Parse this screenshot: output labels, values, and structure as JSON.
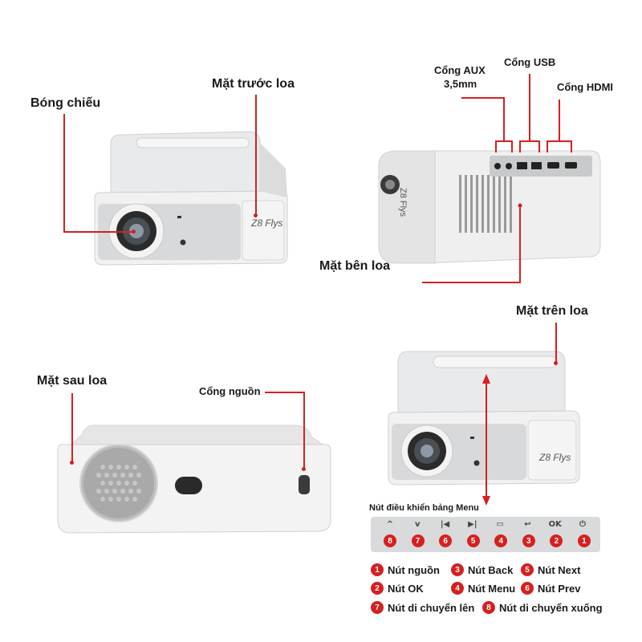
{
  "labels": {
    "bulb": "Bóng chiếu",
    "front": "Mặt trước loa",
    "aux": "Cổng AUX",
    "aux_size": "3,5mm",
    "usb": "Cổng USB",
    "hdmi": "Cổng HDMI",
    "side": "Mặt bên loa",
    "top": "Mặt trên loa",
    "back": "Mặt sau loa",
    "power_port": "Cổng nguồn",
    "menu_panel": "Nút điều khiển bảng Menu"
  },
  "product": {
    "brand_front": "Z8 Flys",
    "brand_side": "Z8 Flys",
    "brand_top": "Z8 Flys"
  },
  "control_bar": {
    "keys": [
      "^",
      "v",
      "|◀",
      "▶|",
      "▭",
      "↩",
      "OK",
      "⏻"
    ],
    "numbers": [
      "8",
      "7",
      "6",
      "5",
      "4",
      "3",
      "2",
      "1"
    ]
  },
  "legend": [
    {
      "num": "1",
      "text": "Nút nguồn"
    },
    {
      "num": "3",
      "text": "Nút Back"
    },
    {
      "num": "5",
      "text": "Nút Next"
    },
    {
      "num": "2",
      "text": "Nút OK"
    },
    {
      "num": "4",
      "text": "Nút Menu"
    },
    {
      "num": "6",
      "text": "Nút Prev"
    },
    {
      "num": "7",
      "text": "Nút di chuyển lên"
    },
    {
      "num": "8",
      "text": "Nút di chuyển xuống"
    }
  ],
  "colors": {
    "accent": "#d62020",
    "body": "#ececec",
    "panel": "#d9dadc"
  }
}
